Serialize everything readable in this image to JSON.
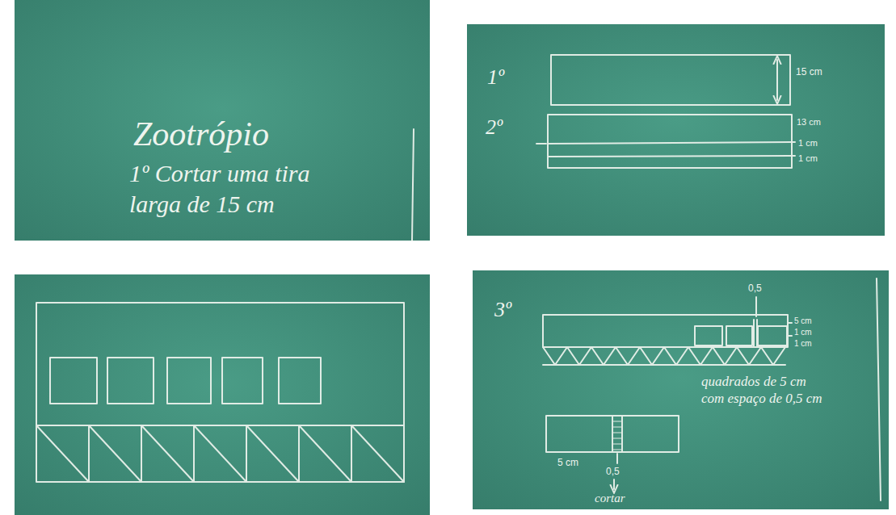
{
  "diagram": {
    "title": "Zootrópio",
    "labels": [
      "1º Cortar uma tira larga de 15 cm",
      "1º",
      "15 cm",
      "2º",
      "13 cm",
      "1 cm",
      "1 cm",
      "3º",
      "0,5",
      "5 cm",
      "1 cm",
      "1 cm",
      "quadrados de 5 cm com espaço de 0,5 cm",
      "5 cm",
      "0,5",
      "cortar"
    ]
  }
}
